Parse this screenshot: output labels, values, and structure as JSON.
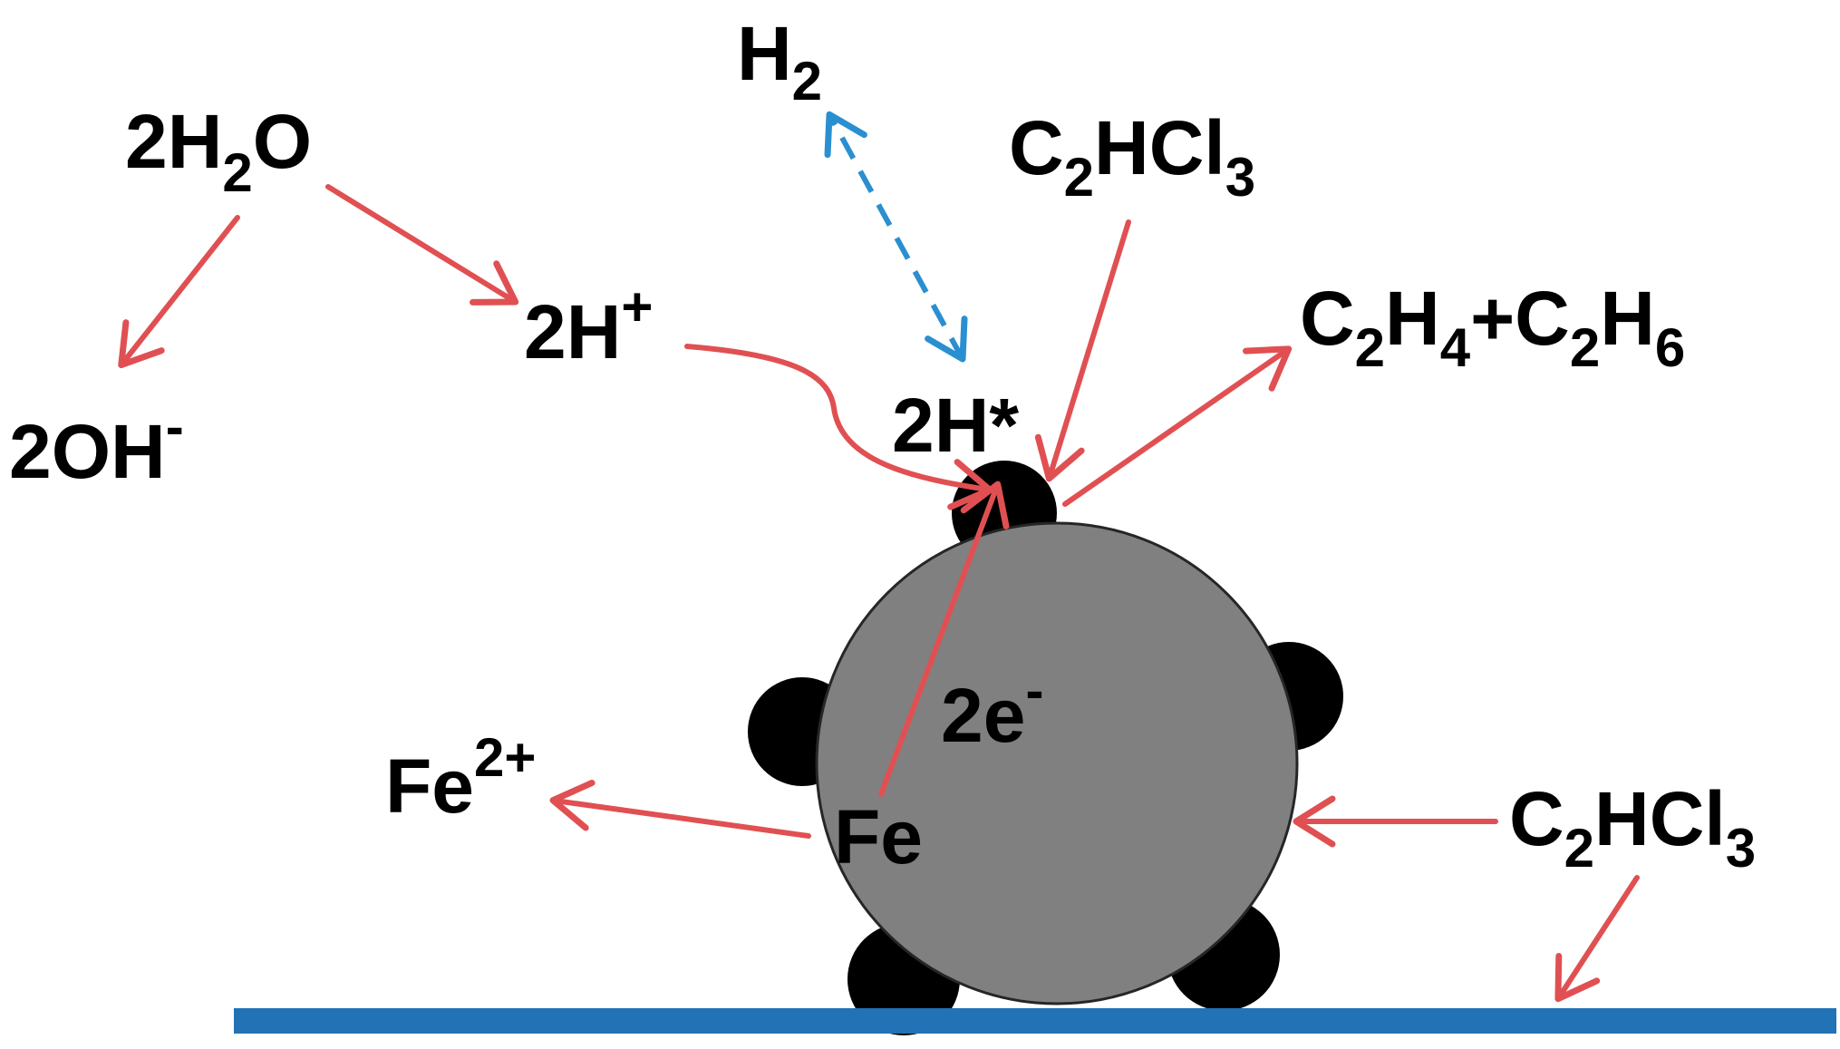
{
  "colors": {
    "arrow": "#e05052",
    "dashed_arrow": "#2a8fd0",
    "particle": "#808080",
    "particle_outline": "#262626",
    "deposit": "#000000",
    "surface": "#2272b6"
  },
  "labels": {
    "water": {
      "prefix": "2H",
      "sub": "2",
      "suffix": "O"
    },
    "hydroxide": {
      "base": "2OH",
      "sup": "-"
    },
    "proton": {
      "base": "2H",
      "sup": "+"
    },
    "hydrogen_gas": {
      "base": "H",
      "sub": "2"
    },
    "adsorbed_hydrogen": {
      "text": "2H*"
    },
    "tce_top": {
      "c": "C",
      "c_sub": "2",
      "hcl": "HCl",
      "cl_sub": "3"
    },
    "products": {
      "c1": "C",
      "c1_sub": "2",
      "h1": "H",
      "h1_sub": "4",
      "plus": "+",
      "c2": "C",
      "c2_sub": "2",
      "h2": "H",
      "h2_sub": "6"
    },
    "electrons": {
      "base": "2e",
      "sup": "-"
    },
    "ferrous": {
      "base": "Fe",
      "sup": "2+"
    },
    "iron": {
      "text": "Fe"
    },
    "tce_right": {
      "c": "C",
      "c_sub": "2",
      "hcl": "HCl",
      "cl_sub": "3"
    }
  }
}
